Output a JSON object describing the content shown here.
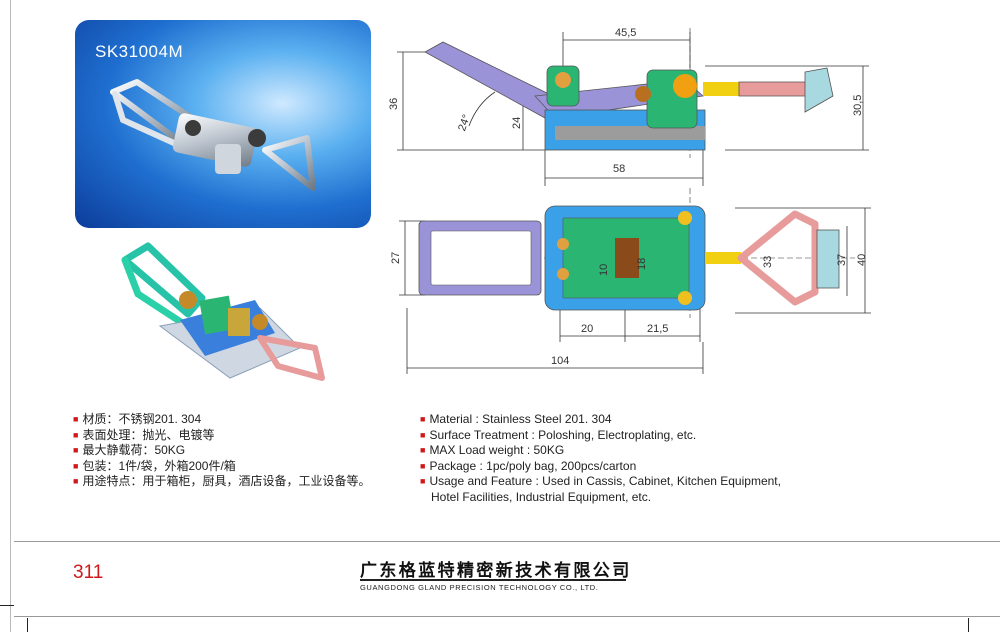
{
  "product": {
    "model": "SK31004M"
  },
  "drawing": {
    "side": {
      "width_top": "45,5",
      "height_left": "36",
      "inner_height": "24",
      "angle": "24°",
      "height_right": "30,5",
      "width_base": "58"
    },
    "top": {
      "height_left": "27",
      "hole_a": "10",
      "hole_b": "18",
      "loop": "33",
      "outer_a": "37",
      "outer_b": "40",
      "seg_a": "20",
      "seg_b": "21,5",
      "total": "104"
    }
  },
  "specs_cn": [
    "材质：不锈钢201. 304",
    "表面处理：抛光、电镀等",
    "最大静载荷：50KG",
    "包装：1件/袋，外箱200件/箱",
    "用途特点：用于箱柜，厨具，酒店设备，工业设备等。"
  ],
  "specs_en": [
    "Material : Stainless Steel 201. 304",
    "Surface Treatment : Poloshing, Electroplating, etc.",
    "MAX Load weight : 50KG",
    "Package : 1pc/poly bag,  200pcs/carton",
    "Usage and Feature : Used in Cassis, Cabinet, Kitchen Equipment,"
  ],
  "specs_en_cont": "Hotel Facilities, Industrial Equipment, etc.",
  "footer": {
    "page_number": "311",
    "company_cn": "广东格蓝特精密新技术有限公司",
    "company_en": "GUANGDONG GLAND PRECISION TECHNOLOGY CO., LTD."
  },
  "colors": {
    "accent_red": "#d0191b",
    "photo_blue": "#1f6fd0",
    "part_blue": "#3aa0e8",
    "part_green": "#2bb573",
    "lever_purple": "#9b93d8",
    "wire_pink": "#e79b9b"
  }
}
